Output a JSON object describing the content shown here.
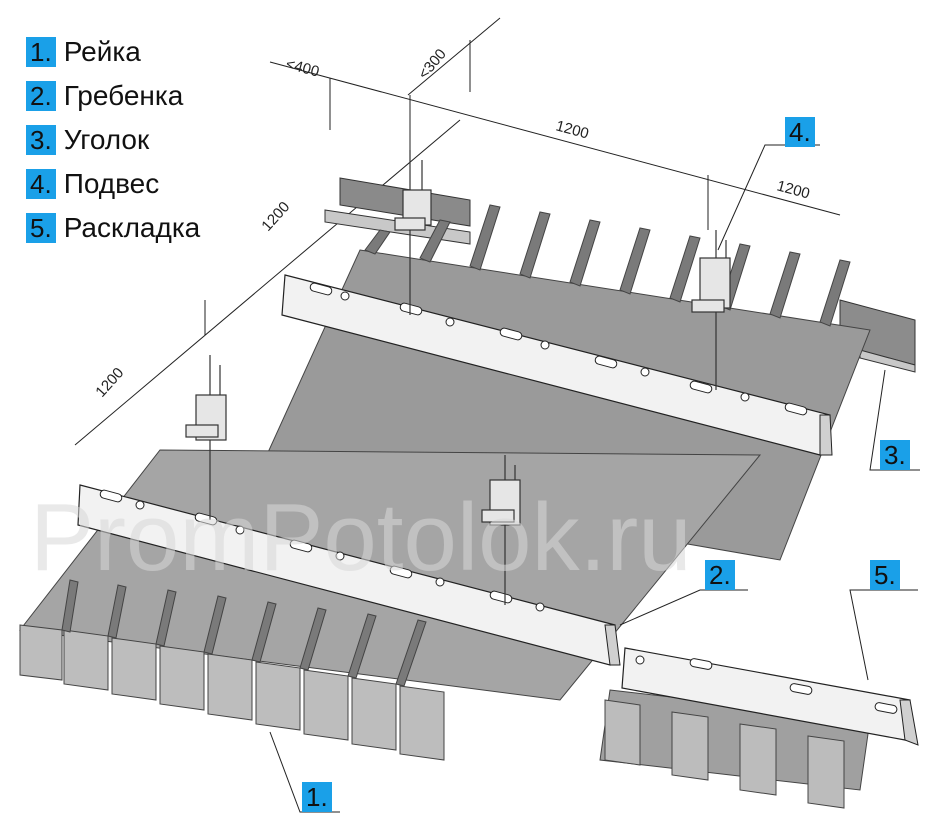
{
  "legend": [
    {
      "num": "1.",
      "label": "Рейка"
    },
    {
      "num": "2.",
      "label": "Гребенка"
    },
    {
      "num": "3.",
      "label": "Уголок"
    },
    {
      "num": "4.",
      "label": "Подвес"
    },
    {
      "num": "5.",
      "label": "Раскладка"
    }
  ],
  "dimensions": {
    "lt400": "<400",
    "lt300": "<300",
    "d1200_top": "1200",
    "d1200_right": "1200",
    "d1200_diag_upper": "1200",
    "d1200_diag_lower": "1200"
  },
  "callouts": {
    "c1": "1.",
    "c2": "2.",
    "c3": "3.",
    "c4": "4.",
    "c5": "5."
  },
  "watermark": "PromPotolok.ru",
  "colors": {
    "accent": "#1aa0e8",
    "slat_dark": "#7a7a7a",
    "slat_light": "#b0b0b0",
    "comb": "#f2f2f2"
  }
}
